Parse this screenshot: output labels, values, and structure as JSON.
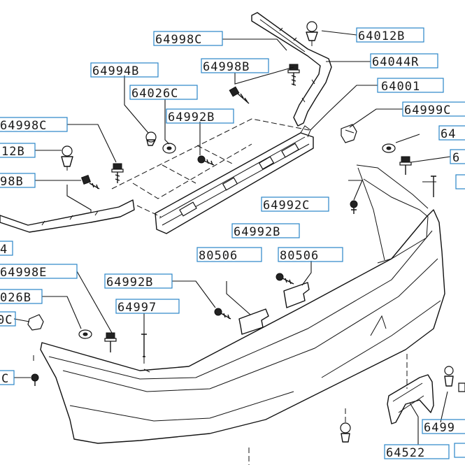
{
  "callouts": [
    {
      "text": "64998C"
    },
    {
      "text": "64012B"
    },
    {
      "text": "64044R"
    },
    {
      "text": "64994B"
    },
    {
      "text": "64998B"
    },
    {
      "text": "64001"
    },
    {
      "text": "64026C"
    },
    {
      "text": "64992B"
    },
    {
      "text": "64999C"
    },
    {
      "text": "64998C"
    },
    {
      "text": "64"
    },
    {
      "text": "12B"
    },
    {
      "text": "6"
    },
    {
      "text": "98B"
    },
    {
      "text": "64992C"
    },
    {
      "text": "4"
    },
    {
      "text": "64992B"
    },
    {
      "text": "80506"
    },
    {
      "text": "80506"
    },
    {
      "text": "64998E"
    },
    {
      "text": "64992B"
    },
    {
      "text": "026B"
    },
    {
      "text": "64997"
    },
    {
      "text": "0C"
    },
    {
      "text": "C"
    },
    {
      "text": "6499"
    },
    {
      "text": "64522"
    }
  ]
}
